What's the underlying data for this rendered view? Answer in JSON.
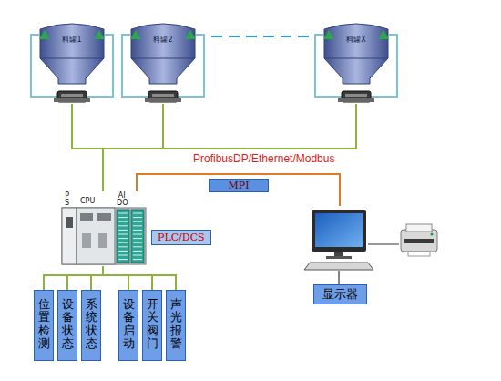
{
  "diagram": {
    "nodes": [
      {
        "text": [
          "料罐1"
        ]
      },
      {
        "text": [
          "料罐2"
        ]
      },
      {
        "text": [
          "料罐X"
        ]
      },
      {
        "text": [
          "P S",
          "CPU",
          "AI DO"
        ]
      },
      {
        "text": [
          "PLC/DCS"
        ]
      },
      {
        "text": [
          "显示器"
        ]
      },
      {
        "text": [
          "位置检测"
        ]
      },
      {
        "text": [
          "设备状态"
        ]
      },
      {
        "text": [
          "系统状态"
        ]
      },
      {
        "text": [
          "设备启动"
        ]
      },
      {
        "text": [
          "开关阀门"
        ]
      },
      {
        "text": [
          "声光报警"
        ]
      }
    ],
    "edges": [
      {
        "from": 0,
        "to": 3,
        "arrow": "none"
      },
      {
        "from": 1,
        "to": 3,
        "arrow": "none"
      },
      {
        "from": 2,
        "to": 3,
        "arrow": "none"
      },
      {
        "from": 3,
        "to": 5,
        "label": "MPI",
        "arrow": "none"
      },
      {
        "from": 3,
        "to": 6,
        "arrow": "none"
      },
      {
        "from": 3,
        "to": 7,
        "arrow": "none"
      },
      {
        "from": 3,
        "to": 8,
        "arrow": "none"
      },
      {
        "from": 3,
        "to": 9,
        "arrow": "none"
      },
      {
        "from": 3,
        "to": 10,
        "arrow": "none"
      },
      {
        "from": 3,
        "to": 11,
        "arrow": "none"
      }
    ],
    "labels": [
      "ProfibusDP/Ethernet/Modbus"
    ]
  }
}
